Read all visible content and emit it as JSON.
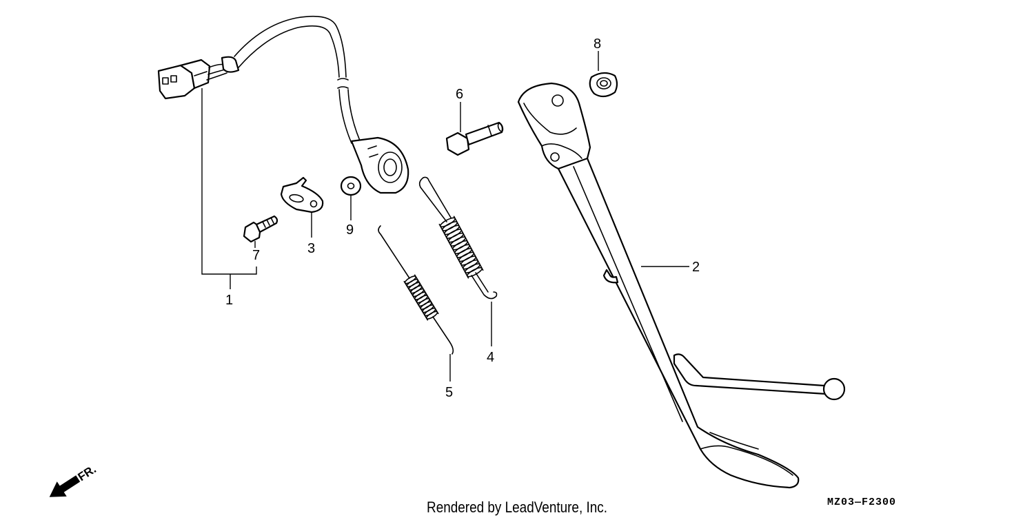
{
  "diagram": {
    "callouts": [
      {
        "id": "1",
        "label": "1"
      },
      {
        "id": "2",
        "label": "2"
      },
      {
        "id": "3",
        "label": "3"
      },
      {
        "id": "4",
        "label": "4"
      },
      {
        "id": "5",
        "label": "5"
      },
      {
        "id": "6",
        "label": "6"
      },
      {
        "id": "7",
        "label": "7"
      },
      {
        "id": "8",
        "label": "8"
      },
      {
        "id": "9",
        "label": "9"
      }
    ],
    "direction_label": "FR.",
    "credit": "Rendered by LeadVenture, Inc.",
    "diagram_code": "MZ03—F2300"
  }
}
